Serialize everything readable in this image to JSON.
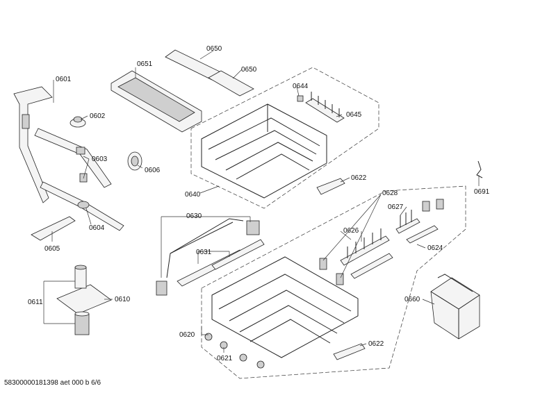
{
  "labels": {
    "p0601": "0601",
    "p0602": "0602",
    "p0603": "0603",
    "p0604": "0604",
    "p0605": "0605",
    "p0606": "0606",
    "p0610": "0610",
    "p0611": "0611",
    "p0620": "0620",
    "p0621": "0621",
    "p0622a": "0622",
    "p0622b": "0622",
    "p0624": "0624",
    "p0626": "0626",
    "p0627": "0627",
    "p0628": "0628",
    "p0630": "0630",
    "p0631": "0631",
    "p0640": "0640",
    "p0644": "0644",
    "p0645": "0645",
    "p0650a": "0650",
    "p0650b": "0650",
    "p0651": "0651",
    "p0660": "0660",
    "p0691": "0691"
  },
  "footer": "58300000181398 aet 000 b 6/6"
}
